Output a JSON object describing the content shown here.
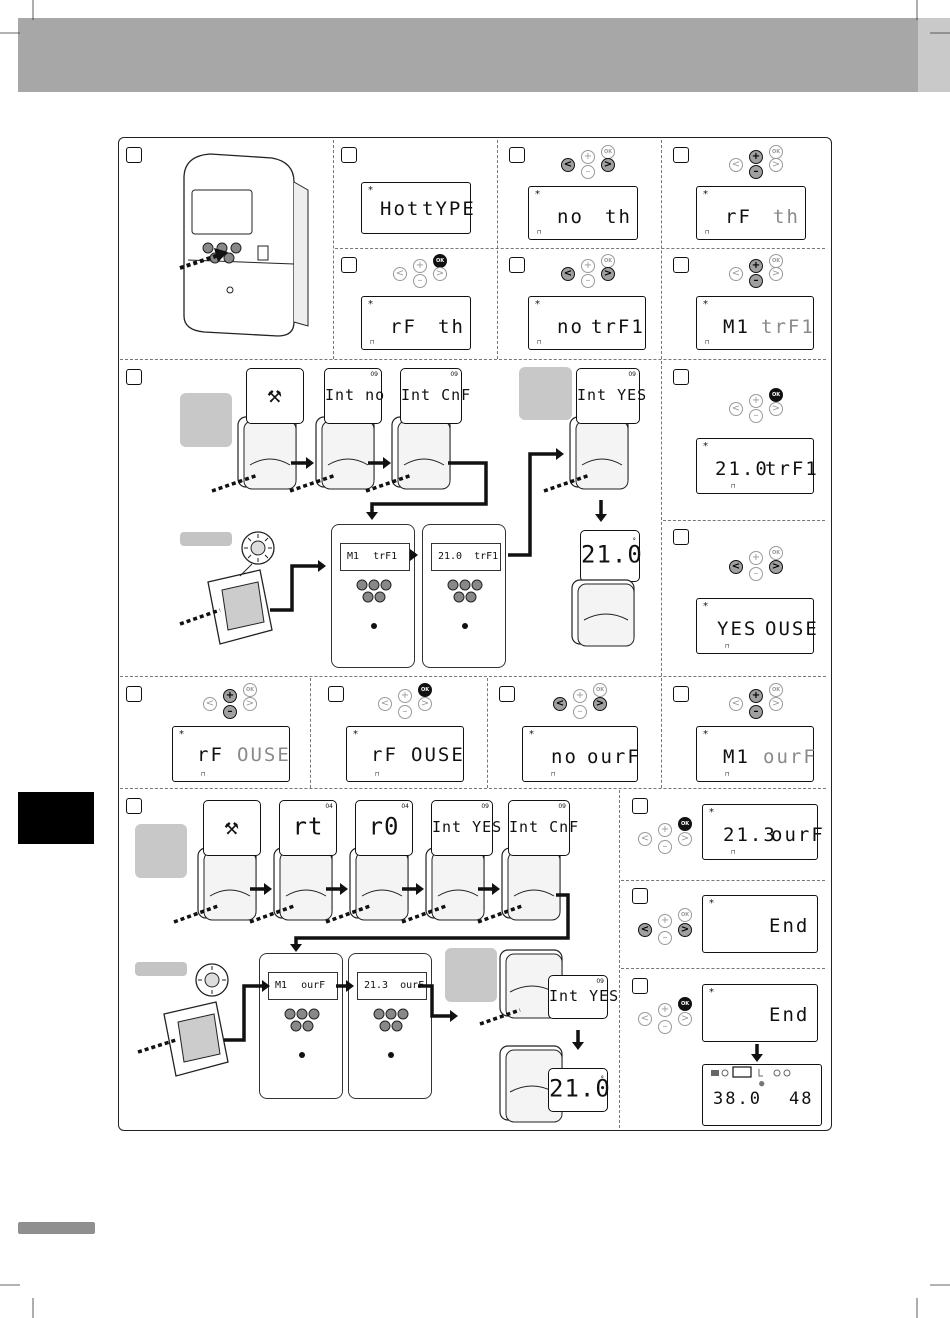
{
  "colors": {
    "header": "#a7a7a7",
    "side_tab": "#000000",
    "key_highlight": "#a0a0a0"
  },
  "buttons": {
    "ok": "OK",
    "left": "<",
    "right": ">",
    "plus": "+",
    "minus": "–"
  },
  "lcd_common": {
    "star": "*",
    "small": "⊓"
  },
  "row1": {
    "s2": {
      "a": "Hot",
      "b": "tYPE"
    },
    "s3": {
      "a": "no",
      "b": "th"
    },
    "s4": {
      "a": "rF",
      "b": "th"
    },
    "s5": {
      "a": "rF",
      "b": "th"
    },
    "s6": {
      "a": "no",
      "b": "trF1"
    },
    "s7": {
      "a": "M1",
      "b": "trF1"
    }
  },
  "row2": {
    "bubbles": [
      "Int no",
      "Int CnF",
      "Int YES"
    ],
    "bubble_corner": "09",
    "panel_lcds": [
      {
        "a": "M1",
        "b": "trF1"
      },
      {
        "a": "21.0",
        "b": "trF1"
      }
    ],
    "temp": "21.0",
    "s9": {
      "a": "21.0",
      "b": "trF1"
    },
    "s10": {
      "a": "YES",
      "b": "OUSE"
    }
  },
  "row3": {
    "s11": {
      "a": "rF",
      "b": "OUSE"
    },
    "s12": {
      "a": "rF",
      "b": "OUSE"
    },
    "s13": {
      "a": "no",
      "b": "ourF"
    },
    "s14": {
      "a": "M1",
      "b": "ourF"
    }
  },
  "row4": {
    "bubbles": [
      "rt",
      "r0",
      "Int YES",
      "Int CnF"
    ],
    "bubble_corners": [
      "04",
      "04",
      "09",
      "09"
    ],
    "panel_lcds": [
      {
        "a": "M1",
        "b": "ourF"
      },
      {
        "a": "21.3",
        "b": "ourF"
      }
    ],
    "bubble_yes": "Int YES",
    "temp": "21.0",
    "s16": {
      "a": "21.3",
      "b": "ourF"
    },
    "s17": {
      "a": "",
      "b": "End"
    },
    "s18": {
      "a": "",
      "b": "End"
    },
    "final": {
      "a": "38.0",
      "b": "48"
    }
  }
}
